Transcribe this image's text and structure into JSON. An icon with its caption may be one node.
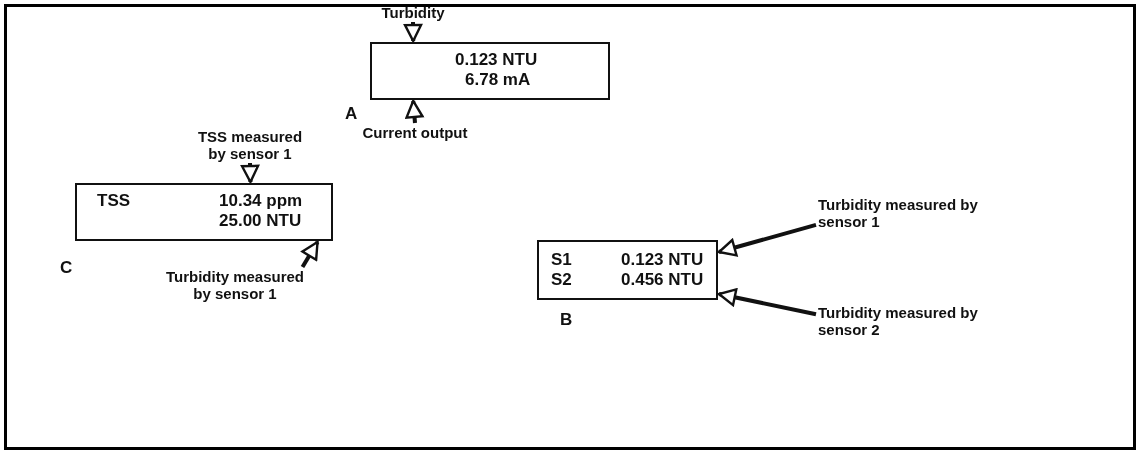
{
  "diagram": {
    "nodes": [
      {
        "text": [
          "Turbidity"
        ]
      },
      {
        "text": [
          "0.123 NTU",
          "6.78 mA"
        ],
        "beside": [
          "A"
        ]
      },
      {
        "text": [
          "Current output"
        ]
      },
      {
        "text": [
          "TSS measured by sensor 1"
        ]
      },
      {
        "text": [
          "TSS",
          "10.34 ppm",
          "25.00 NTU"
        ],
        "beside": [
          "C"
        ]
      },
      {
        "text": [
          "Turbidity measured by sensor 1"
        ]
      },
      {
        "text": [
          "Turbidity measured by sensor 1"
        ]
      },
      {
        "text": [
          "S1",
          "0.123 NTU",
          "S2",
          "0.456 NTU"
        ],
        "beside": [
          "B"
        ]
      },
      {
        "text": [
          "Turbidity measured by sensor 2"
        ]
      }
    ],
    "edges": [
      {
        "from": 0,
        "to": 1,
        "arrow": "to"
      },
      {
        "from": 2,
        "to": 1,
        "arrow": "to"
      },
      {
        "from": 3,
        "to": 4,
        "arrow": "to"
      },
      {
        "from": 5,
        "to": 4,
        "arrow": "to"
      },
      {
        "from": 6,
        "to": 7,
        "arrow": "to"
      },
      {
        "from": 8,
        "to": 7,
        "arrow": "to"
      }
    ]
  }
}
